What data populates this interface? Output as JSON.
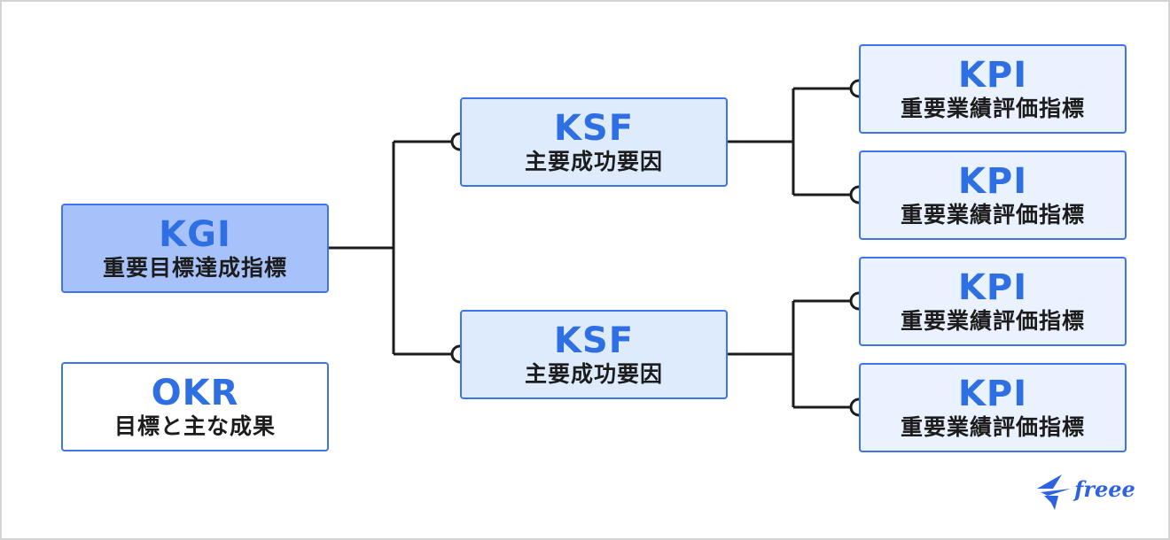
{
  "nodes": {
    "kgi": {
      "abbr": "KGI",
      "desc": "重要目標達成指標"
    },
    "okr": {
      "abbr": "OKR",
      "desc": "目標と主な成果"
    },
    "ksf": [
      {
        "abbr": "KSF",
        "desc": "主要成功要因"
      },
      {
        "abbr": "KSF",
        "desc": "主要成功要因"
      }
    ],
    "kpi": [
      {
        "abbr": "KPI",
        "desc": "重要業績評価指標"
      },
      {
        "abbr": "KPI",
        "desc": "重要業績評価指標"
      },
      {
        "abbr": "KPI",
        "desc": "重要業績評価指標"
      },
      {
        "abbr": "KPI",
        "desc": "重要業績評価指標"
      }
    ]
  },
  "logo": {
    "text": "freee"
  },
  "colors": {
    "accent": "#2f6fe4",
    "border": "#3d74e8",
    "kgi_fill": "#a7c2fa",
    "ksf_fill": "#deebfd",
    "kpi_fill": "#e9f2fe",
    "connector": "#1c1c1c"
  }
}
